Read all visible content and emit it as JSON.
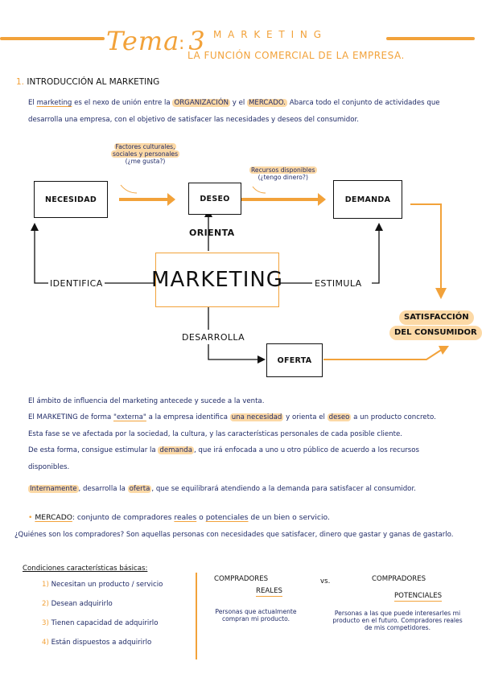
{
  "header": {
    "tema": "Tema 3",
    "colon": ":",
    "marketing_title": "M A R K E T I N G",
    "subtitle": "LA FUNCIÓN COMERCIAL DE LA EMPRESA."
  },
  "section1": {
    "number": "1.",
    "title": "INTRODUCCIÓN AL MARKETING",
    "p1_a": "El",
    "p1_marketing": "marketing",
    "p1_b": "es el nexo de unión entre la",
    "p1_org": "ORGANIZACIÓN",
    "p1_c": "y el",
    "p1_mercado": "MERCADO.",
    "p1_d": "Abarca todo el conjunto de actividades que",
    "p1_line2": "desarrolla una empresa, con el objetivo de satisfacer las necesidades y deseos del consumidor."
  },
  "diagram": {
    "note1_line1": "Factores culturales,",
    "note1_line2": "sociales y personales",
    "note1_line3": "(¿me gusta?)",
    "note2_line1": "Recursos disponibles",
    "note2_line2": "(¿tengo dinero?)",
    "necesidad": "NECESIDAD",
    "deseo": "DESEO",
    "demanda": "DEMANDA",
    "orienta": "ORIENTA",
    "marketing": "MARKETING",
    "identifica": "IDENTIFICA",
    "estimula": "ESTIMULA",
    "desarrolla": "DESARROLLA",
    "oferta": "OFERTA",
    "satisfaccion_1": "SATISFACCIÓN",
    "satisfaccion_2": "DEL CONSUMIDOR"
  },
  "body": {
    "l1": "El ámbito de influencia del marketing antecede y sucede a la venta.",
    "l2_a": "El MARKETING de forma",
    "l2_externa": "\"externa\"",
    "l2_b": "a la empresa identifica",
    "l2_necesidad": "una necesidad",
    "l2_c": "y orienta el",
    "l2_deseo": "deseo",
    "l2_d": "a un producto concreto.",
    "l3": "Esta fase se ve afectada por la sociedad, la cultura, y las características personales de cada posible cliente.",
    "l4_a": "De esta forma, consigue estimular la",
    "l4_demanda": "demanda",
    "l4_b": ", que irá enfocada a uno u otro público de acuerdo a los recursos",
    "l5": "disponibles.",
    "l6_internamente": "Internamente",
    "l6_a": ", desarrolla la",
    "l6_oferta": "oferta",
    "l6_b": ", que se equilibrará atendiendo a la demanda para satisfacer al consumidor.",
    "mercado_bullet": "•",
    "mercado_label": "MERCADO",
    "mercado_a": ": conjunto de compradores",
    "mercado_reales": "reales",
    "mercado_b": "o",
    "mercado_potenciales": "potenciales",
    "mercado_c": "de un bien o servicio.",
    "quienes": "¿Quiénes son los compradores? Son aquellas personas con necesidades que satisfacer, dinero que gastar y ganas de gastarlo."
  },
  "conditions": {
    "title": "Condiciones características básicas:",
    "items": [
      {
        "num": "1)",
        "text": "Necesitan un producto / servicio"
      },
      {
        "num": "2)",
        "text": "Desean adquirirlo"
      },
      {
        "num": "3)",
        "text": "Tienen capacidad de adquirirlo"
      },
      {
        "num": "4)",
        "text": "Están dispuestos a adquirirlo"
      }
    ]
  },
  "comparison": {
    "reales_1": "COMPRADORES",
    "reales_2": "REALES",
    "vs": "vs.",
    "potenciales_1": "COMPRADORES",
    "potenciales_2": "POTENCIALES",
    "reales_desc_1": "Personas que actualmente",
    "reales_desc_2": "compran mi producto.",
    "potenciales_desc_1": "Personas a las que puede interesarles mi",
    "potenciales_desc_2": "producto en el futuro. Compradores reales",
    "potenciales_desc_3": "de mis competidores."
  },
  "colors": {
    "accent": "#f2a23a",
    "highlight": "#fcd9a6",
    "ink": "#1f2a66"
  }
}
